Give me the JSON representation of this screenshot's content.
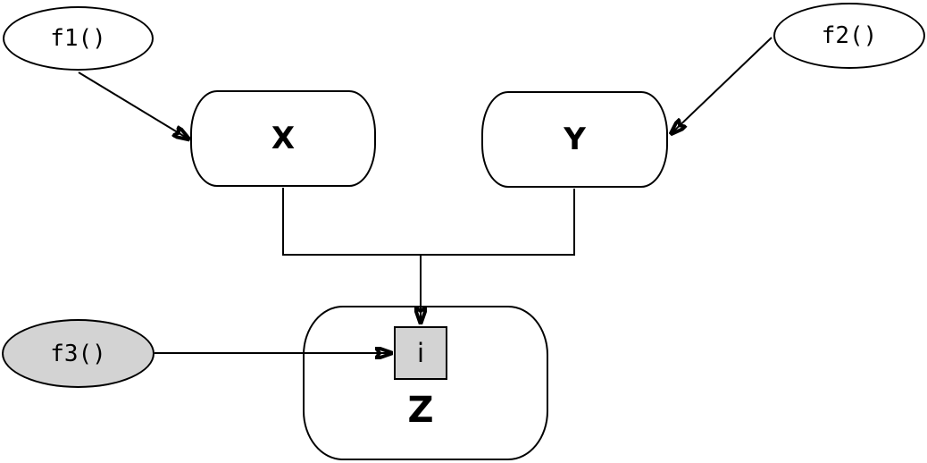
{
  "diagram": {
    "type": "flow-diagram",
    "background": "#ffffff",
    "stroke_color": "#000000",
    "gray_fill": "#d3d3d3",
    "nodes": {
      "f1": {
        "label": "f1()",
        "shape": "ellipse",
        "fill": "#ffffff"
      },
      "f2": {
        "label": "f2()",
        "shape": "ellipse",
        "fill": "#ffffff"
      },
      "f3": {
        "label": "f3()",
        "shape": "ellipse",
        "fill": "#d3d3d3"
      },
      "x": {
        "label": "X",
        "shape": "rounded-rectangle",
        "fill": "#ffffff"
      },
      "y": {
        "label": "Y",
        "shape": "rounded-rectangle",
        "fill": "#ffffff"
      },
      "z": {
        "label": "Z",
        "shape": "rounded-rectangle",
        "fill": "#ffffff"
      },
      "i": {
        "label": "i",
        "shape": "square",
        "fill": "#d3d3d3",
        "parent": "z"
      }
    },
    "edges": [
      {
        "from": "f1",
        "to": "x",
        "style": "arrow"
      },
      {
        "from": "f2",
        "to": "y",
        "style": "arrow"
      },
      {
        "from": "x",
        "to": "i",
        "style": "arrow",
        "via": "merge-junction"
      },
      {
        "from": "y",
        "to": "i",
        "style": "arrow",
        "via": "merge-junction"
      },
      {
        "from": "f3",
        "to": "i",
        "style": "arrow"
      }
    ]
  }
}
